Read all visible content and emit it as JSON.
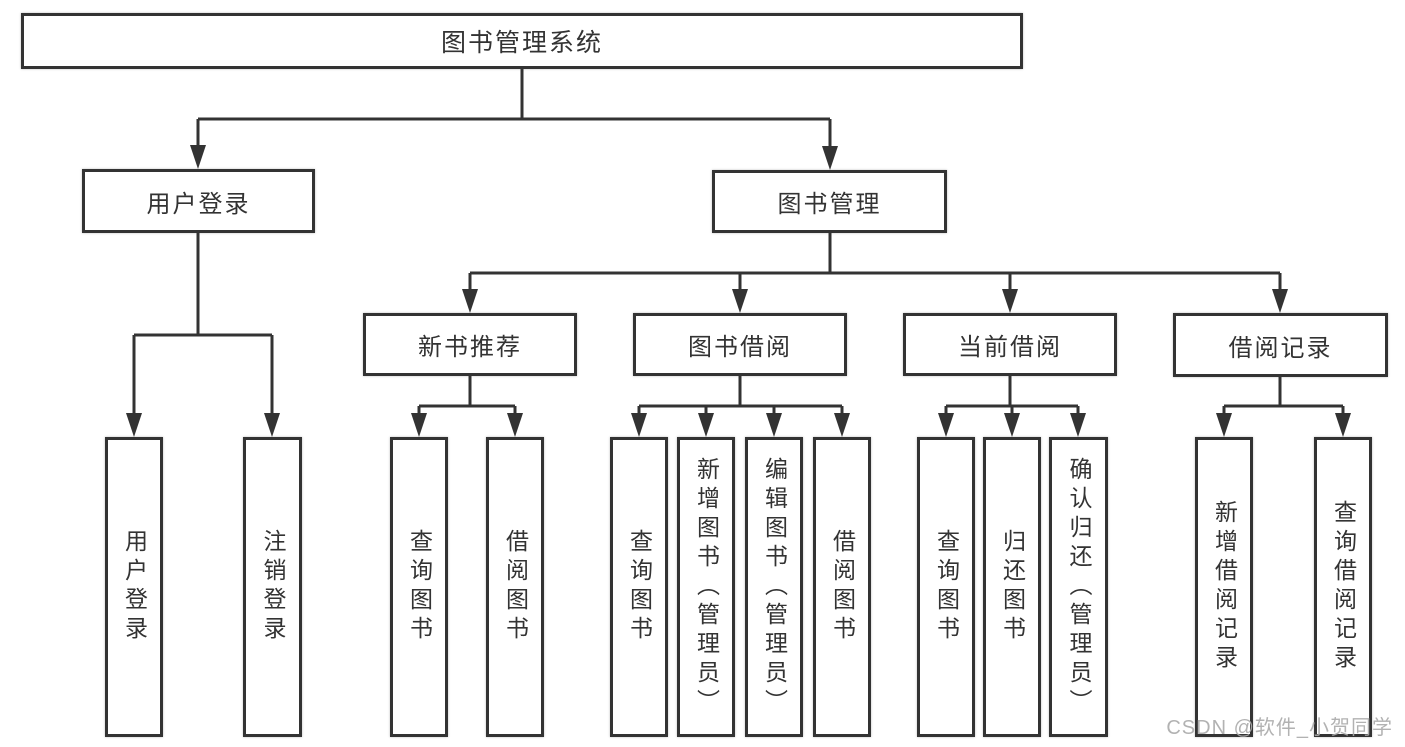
{
  "diagram": {
    "root": {
      "label": "图书管理系统"
    },
    "level1": {
      "user_login": {
        "label": "用户登录"
      },
      "book_management": {
        "label": "图书管理"
      }
    },
    "level2": {
      "new_book_recommend": {
        "label": "新书推荐"
      },
      "book_borrowing": {
        "label": "图书借阅"
      },
      "current_borrowing": {
        "label": "当前借阅"
      },
      "borrowing_records": {
        "label": "借阅记录"
      }
    },
    "leaves": {
      "user_login": {
        "label": "用户登录"
      },
      "logout": {
        "label": "注销登录"
      },
      "newbook_query_books": {
        "label": "查询图书"
      },
      "newbook_borrow_books": {
        "label": "借阅图书"
      },
      "borrowing_query_books": {
        "label": "查询图书"
      },
      "borrowing_add_books": {
        "label": "新增图书（管理员）"
      },
      "borrowing_edit_books": {
        "label": "编辑图书（管理员）"
      },
      "borrowing_borrow_books": {
        "label": "借阅图书"
      },
      "current_query_books": {
        "label": "查询图书"
      },
      "current_return_books": {
        "label": "归还图书"
      },
      "current_confirm_return": {
        "label": "确认归还（管理员）"
      },
      "records_add_record": {
        "label": "新增借阅记录"
      },
      "records_query_record": {
        "label": "查询借阅记录"
      }
    },
    "watermark": "CSDN @软件_小贺同学",
    "colors": {
      "line": "#333333",
      "box_background": "#ffffff",
      "text": "#333333",
      "watermark": "#b5b5b5"
    }
  }
}
